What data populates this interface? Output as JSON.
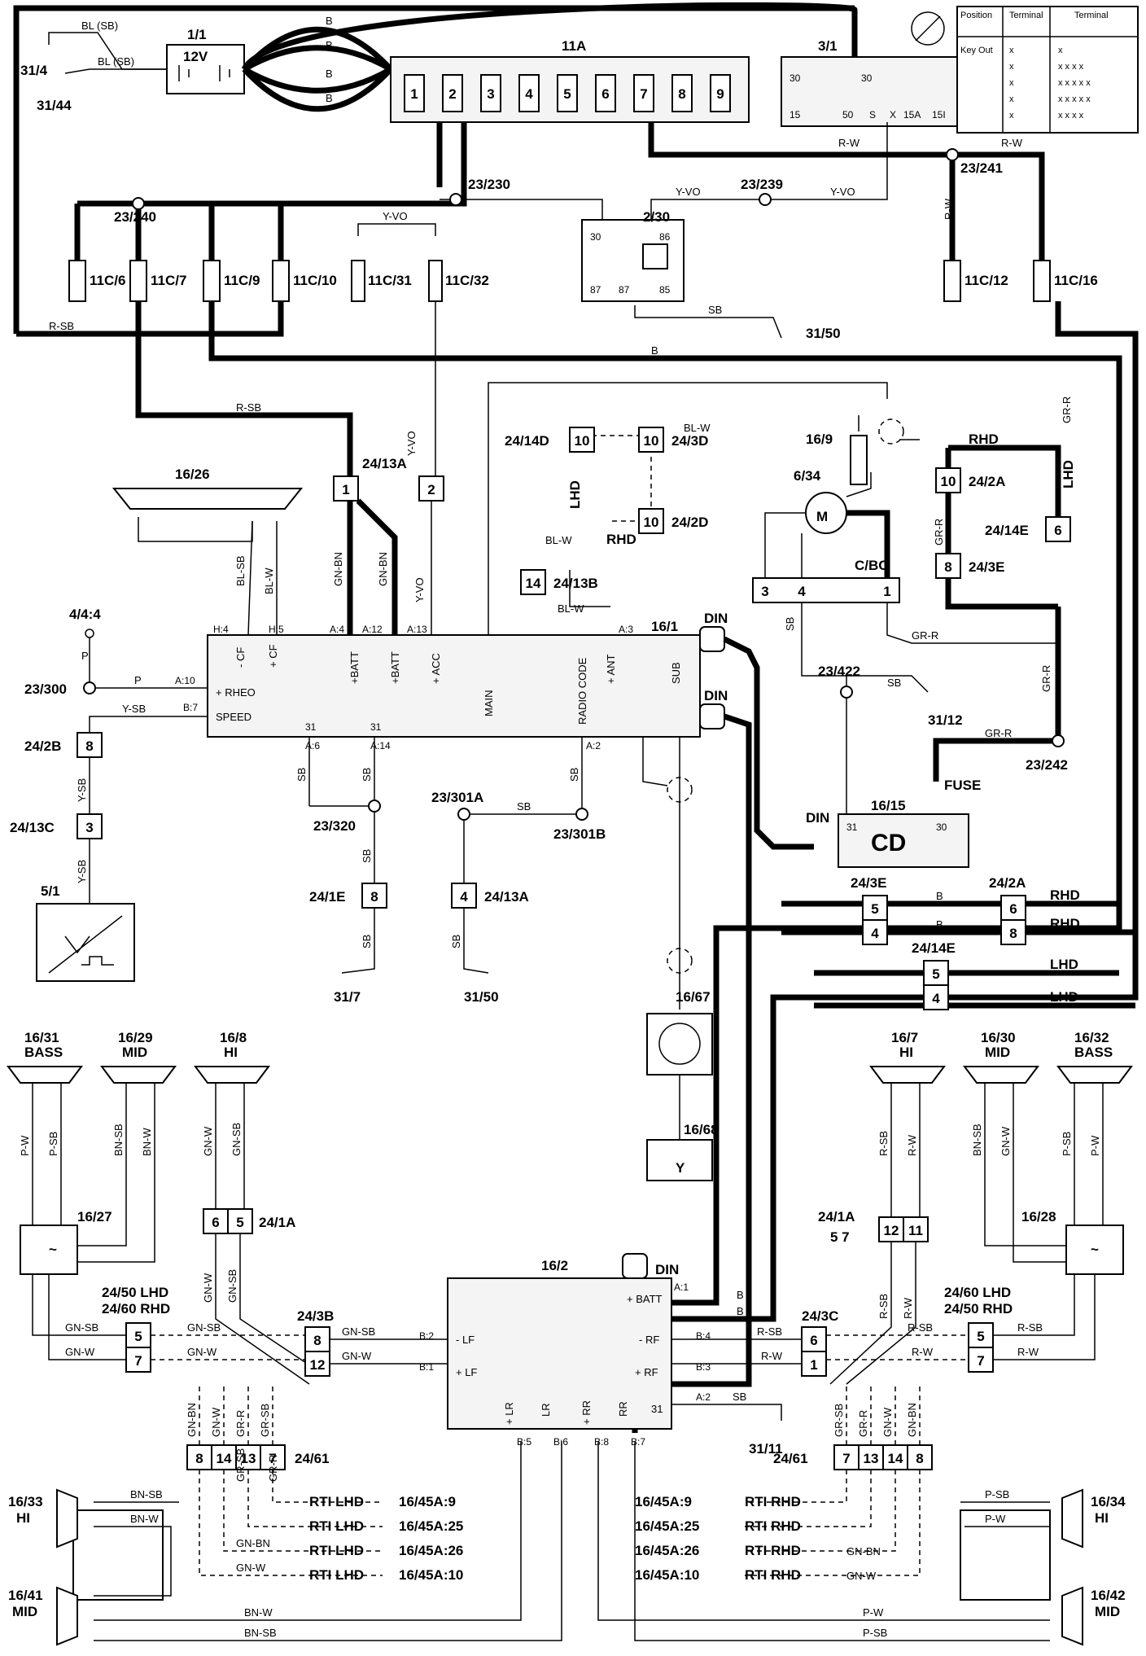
{
  "labels": {
    "battery_id": "1/1",
    "battery_volt": "12V",
    "ground_31_4": "31/4",
    "ground_31_44": "31/44",
    "wire_bl_sb": "BL (SB)",
    "fusebox": "11A",
    "ignition_switch": "3/1",
    "key_out": "Key Out",
    "position": "Position",
    "terminal": "Terminal",
    "n_23_230": "23/230",
    "n_23_239": "23/239",
    "n_23_240": "23/240",
    "n_23_241": "23/241",
    "relay_2_30": "2/30",
    "ground_31_50a": "31/50",
    "ground_31_50b": "31/50",
    "ground_31_7": "31/7",
    "ground_31_12": "31/12",
    "ground_31_11": "31/11",
    "f_11c6": "11C/6",
    "f_11c7": "11C/7",
    "f_11c9": "11C/9",
    "f_11c10": "11C/10",
    "f_11c31": "11C/31",
    "f_11c32": "11C/32",
    "f_11c12": "11C/12",
    "f_11c16": "11C/16",
    "c_24_14d": "24/14D",
    "c_24_3d": "24/3D",
    "c_24_2d": "24/2D",
    "c_24_13b": "24/13B",
    "c_24_13a": "24/13A",
    "c_24_13a_b": "24/13A",
    "c_24_2a": "24/2A",
    "c_24_14e": "24/14E",
    "c_24_3e": "24/3E",
    "c_24_2b": "24/2B",
    "c_24_13c": "24/13C",
    "c_24_1e": "24/1E",
    "c_24_1a_l": "24/1A",
    "c_24_1a_r": "24/1A",
    "c_24_3b": "24/3B",
    "c_24_3c": "24/3C",
    "c_24_61_l": "24/61",
    "c_24_61_r": "24/61",
    "c_24_3e_b": "24/3E",
    "c_24_2a_b": "24/2A",
    "c_24_14e_b": "24/14E",
    "n_23_300": "23/300",
    "n_23_320": "23/320",
    "n_23_301a": "23/301A",
    "n_23_301b": "23/301B",
    "n_23_422": "23/422",
    "n_23_242": "23/242",
    "c_4_4_4": "4/4:4",
    "c_5_1": "5/1",
    "c_16_26": "16/26",
    "c_16_9": "16/9",
    "c_6_34": "6/34",
    "c_cbc": "C/BC",
    "radio": "16/1",
    "cd_id": "16/15",
    "cd_text": "CD",
    "fuse": "FUSE",
    "amp": "16/2",
    "c_16_67": "16/67",
    "c_16_68": "16/68",
    "spk_16_31": "16/31",
    "spk_bass_l": "BASS",
    "spk_16_29": "16/29",
    "spk_mid_l": "MID",
    "spk_16_8": "16/8",
    "spk_hi_l": "HI",
    "spk_16_7": "16/7",
    "spk_hi_r": "HI",
    "spk_16_30": "16/30",
    "spk_mid_r": "MID",
    "spk_16_32": "16/32",
    "spk_bass_r": "BASS",
    "xo_16_27": "16/27",
    "xo_16_28": "16/28",
    "spk_16_33": "16/33",
    "spk_16_33_hi": "HI",
    "spk_16_41": "16/41",
    "spk_16_41_mid": "MID",
    "spk_16_34": "16/34",
    "spk_16_34_hi": "HI",
    "spk_16_42": "16/42",
    "spk_16_42_mid": "MID",
    "lhd_rhd_l1": "24/50 LHD",
    "lhd_rhd_l2": "24/60 RHD",
    "lhd_rhd_r1": "24/60 LHD",
    "lhd_rhd_r2": "24/50 RHD",
    "lhd": "LHD",
    "rhd": "RHD",
    "din": "DIN",
    "n57": "5  7"
  },
  "radio_terms": {
    "cf_minus": "- CF",
    "cf_plus": "+ CF",
    "batt1": "+BATT",
    "batt2": "+BATT",
    "acc": "+ ACC",
    "main": "MAIN",
    "radio_code": "RADIO CODE",
    "ant": "+ ANT",
    "sub": "SUB",
    "rheo": "+ RHEO",
    "speed": "SPEED",
    "h4": "H:4",
    "h5": "H:5",
    "a4": "A:4",
    "a12": "A:12",
    "a13": "A:13",
    "a3": "A:3",
    "a10": "A:10",
    "b7": "B:7",
    "a6": "A:6",
    "a14": "A:14",
    "a2": "A:2",
    "t31a": "31",
    "t31b": "31"
  },
  "amp_terms": {
    "batt": "+ BATT",
    "lf_minus": "- LF",
    "lf_plus": "+ LF",
    "rf_minus": "- RF",
    "rf_plus": "+ RF",
    "lr_plus": "+ LR",
    "lr": "LR",
    "rr_plus": "+ RR",
    "rr": "RR",
    "t31": "31",
    "a1": "A:1",
    "b2": "B:2",
    "b1": "B:1",
    "b4": "B:4",
    "b3": "B:3",
    "a2": "A:2",
    "b5": "B:5",
    "b6": "B:6",
    "b8": "B:8",
    "b7": "B:7"
  },
  "wires": {
    "b": "B",
    "rsb": "R-SB",
    "yvo": "Y-VO",
    "rw": "R-W",
    "sb": "SB",
    "blw": "BL-W",
    "gnbn": "GN-BN",
    "blsb": "BL-SB",
    "p": "P",
    "ysb": "Y-SB",
    "grr": "GR-R",
    "gnsb": "GN-SB",
    "gnw": "GN-W",
    "pw": "P-W",
    "psb": "P-SB",
    "bnsb": "BN-SB",
    "bnw": "BN-W",
    "rsb2": "R-SB",
    "grsb": "GR-SB"
  },
  "rti": {
    "l1": "RTI LHD",
    "l2": "RTI LHD",
    "l3": "RTI LHD",
    "l4": "RTI LHD",
    "r1": "RTI RHD",
    "r2": "RTI RHD",
    "r3": "RTI RHD",
    "r4": "RTI RHD",
    "t9": "16/45A:9",
    "t25": "16/45A:25",
    "t26": "16/45A:26",
    "t10": "16/45A:10"
  },
  "fuse_numbers": [
    "1",
    "2",
    "3",
    "4",
    "5",
    "6",
    "7",
    "8",
    "9"
  ]
}
